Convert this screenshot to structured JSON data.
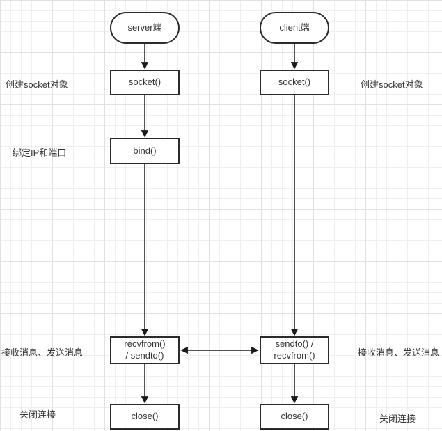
{
  "diagram": {
    "nodes": {
      "server_terminal": "server端",
      "client_terminal": "client端",
      "server_socket": "socket()",
      "client_socket": "socket()",
      "server_bind": "bind()",
      "server_recvfrom": "recvfrom()\n/ sendto()",
      "client_sendto": "sendto()  /\nrecvfrom()",
      "server_close": "close()",
      "client_close": "close()"
    },
    "side_labels": {
      "left_create_socket": "创建socket对象",
      "left_bind": "绑定IP和端口",
      "left_messages": "接收消息、发送消息",
      "left_close": "关闭连接",
      "right_create_socket": "创建socket对象",
      "right_messages": "接收消息、发送消息",
      "right_close": "关闭连接"
    },
    "colors": {
      "node_border": "#2b2b2b",
      "node_fill": "#ffffff",
      "text": "#333333",
      "arrow": "#1a1a1a",
      "grid_minor": "#efefef",
      "grid_major": "#e1e1e1",
      "canvas_bg": "#ffffff"
    }
  }
}
